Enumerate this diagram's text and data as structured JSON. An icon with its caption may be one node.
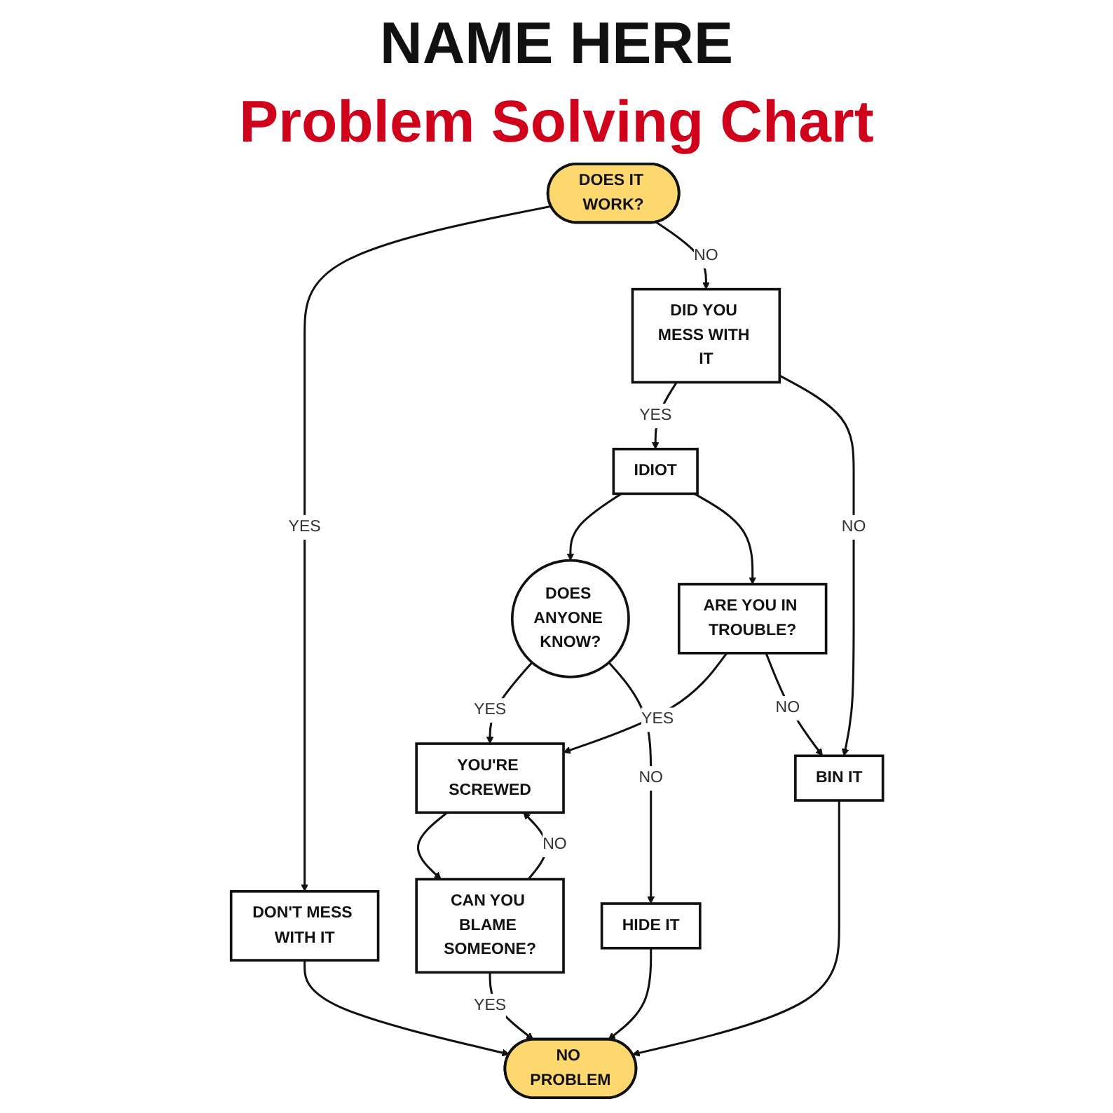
{
  "diagram": {
    "title": "Problem Solving Chart",
    "nodes": [
      {
        "text": [
          "DOES IT WORK?"
        ]
      },
      {
        "text": [
          "DON'T MESS WITH IT"
        ]
      },
      {
        "text": [
          "DID YOU MESS WITH IT"
        ]
      },
      {
        "text": [
          "IDIOT"
        ]
      },
      {
        "text": [
          "DOES ANYONE KNOW?"
        ]
      },
      {
        "text": [
          "YOU'RE SCREWED"
        ]
      },
      {
        "text": [
          "ARE YOU IN TROUBLE?"
        ]
      },
      {
        "text": [
          "CAN YOU BLAME SOMEONE?"
        ]
      },
      {
        "text": [
          "HIDE IT"
        ]
      },
      {
        "text": [
          "BIN IT"
        ]
      },
      {
        "text": [
          "NO PROBLEM"
        ]
      }
    ],
    "edges": [
      {
        "from": 0,
        "to": 1,
        "arrow": "to",
        "label": "YES"
      },
      {
        "from": 0,
        "to": 2,
        "arrow": "to",
        "label": "NO"
      },
      {
        "from": 2,
        "to": 3,
        "arrow": "to",
        "label": "YES"
      },
      {
        "from": 2,
        "to": 9,
        "arrow": "to",
        "label": "NO"
      },
      {
        "from": 3,
        "to": 4,
        "arrow": "to"
      },
      {
        "from": 3,
        "to": 6,
        "arrow": "to"
      },
      {
        "from": 4,
        "to": 5,
        "arrow": "to",
        "label": "YES"
      },
      {
        "from": 4,
        "to": 8,
        "arrow": "to",
        "label": "NO"
      },
      {
        "from": 6,
        "to": 5,
        "arrow": "to",
        "label": "YES"
      },
      {
        "from": 6,
        "to": 9,
        "arrow": "to",
        "label": "NO"
      },
      {
        "from": 5,
        "to": 7,
        "arrow": "to"
      },
      {
        "from": 7,
        "to": 5,
        "arrow": "to",
        "label": "NO"
      },
      {
        "from": 7,
        "to": 10,
        "arrow": "to",
        "label": "YES"
      },
      {
        "from": 1,
        "to": 10,
        "arrow": "to"
      },
      {
        "from": 8,
        "to": 10,
        "arrow": "to"
      },
      {
        "from": 9,
        "to": 10,
        "arrow": "to"
      }
    ],
    "labels": [
      "NAME HERE"
    ]
  }
}
